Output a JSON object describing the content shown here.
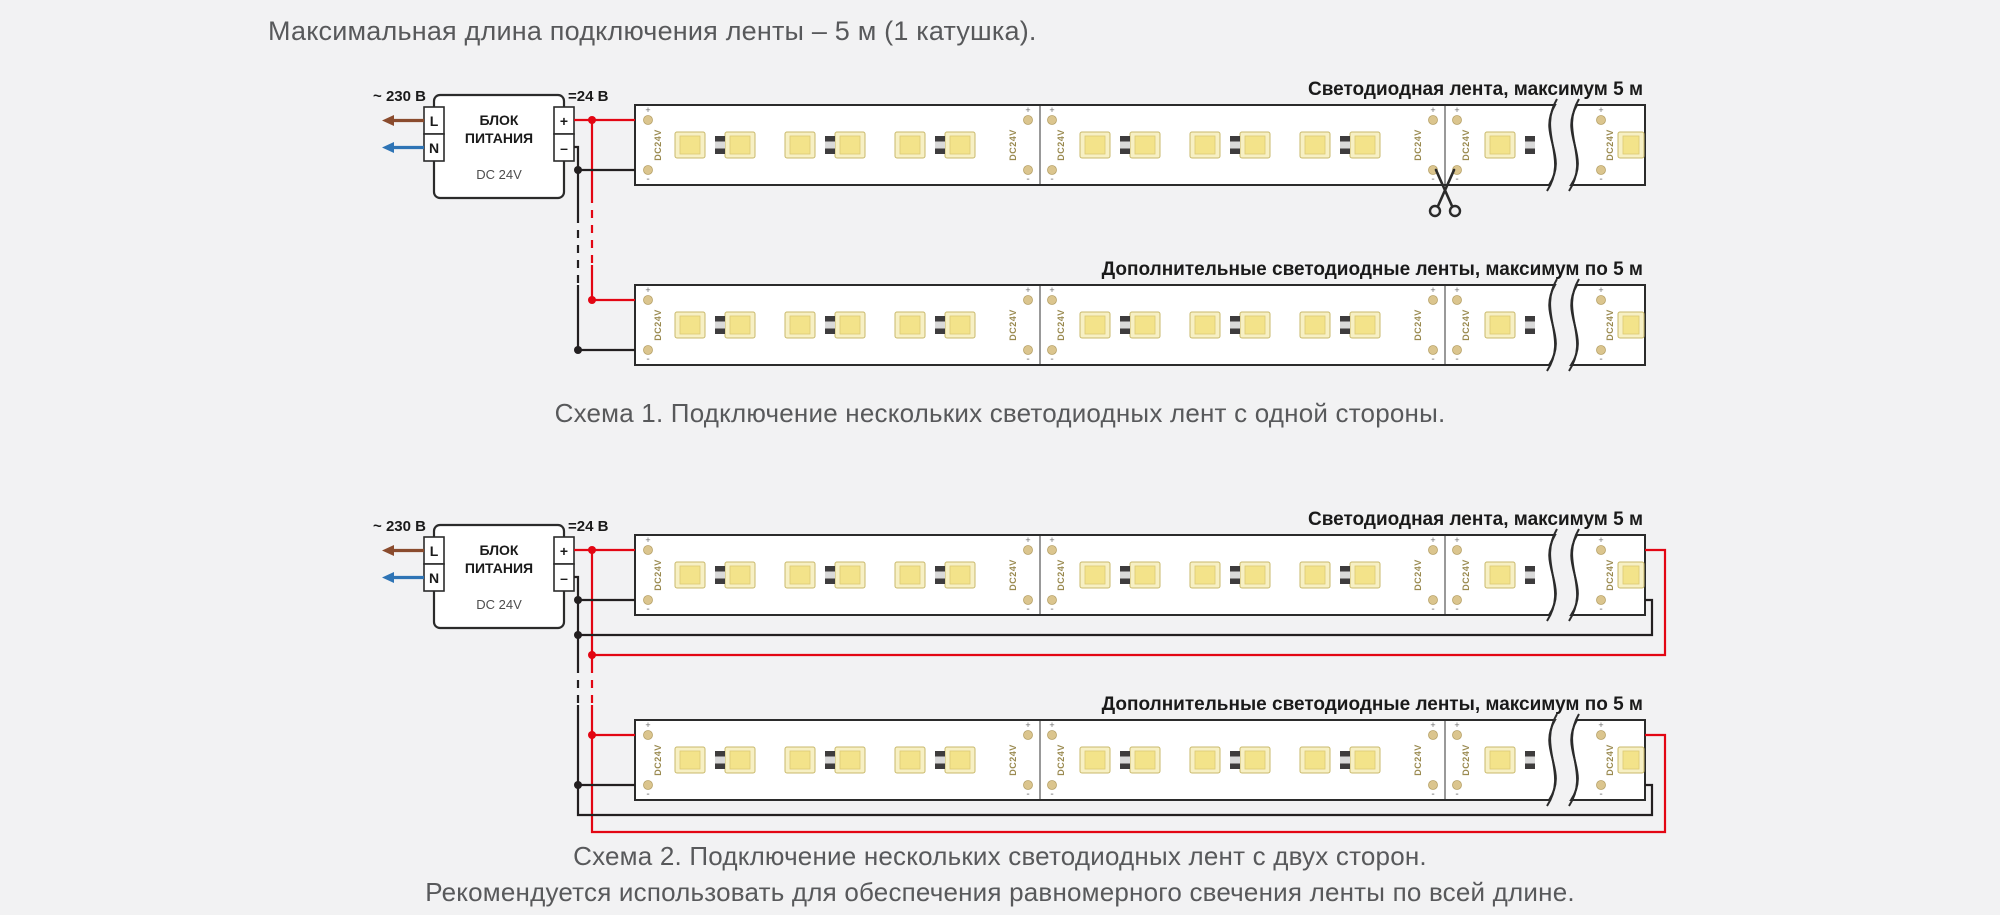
{
  "page": {
    "title": "Максимальная длина подключения ленты – 5 м (1 катушка)."
  },
  "psu": {
    "line1": "БЛОК",
    "line2": "ПИТАНИЯ",
    "line3": "DC 24V",
    "terminal_l": "L",
    "terminal_n": "N",
    "terminal_plus": "+",
    "terminal_minus": "–",
    "input_label": "~ 230 В",
    "output_label": "=24 В"
  },
  "strip": {
    "connector_label": "DC24V",
    "plus": "+",
    "minus": "-"
  },
  "scheme1": {
    "strip1_label": "Светодиодная лента, максимум 5 м",
    "strip2_label": "Дополнительные светодиодные ленты, максимум по 5 м",
    "caption": "Схема 1. Подключение нескольких светодиодных лент с одной стороны."
  },
  "scheme2": {
    "strip1_label": "Светодиодная лента, максимум 5 м",
    "strip2_label": "Дополнительные светодиодные ленты, максимум по 5 м",
    "caption": "Схема 2. Подключение нескольких светодиодных лент с двух сторон.",
    "note": "Рекомендуется использовать для обеспечения равномерного свечения ленты по всей длине."
  },
  "colors": {
    "background": "#f2f2f3",
    "text_muted": "#58595b",
    "diagram_ink": "#2b2b2b",
    "wire_plus": "#e30613",
    "wire_minus": "#231f20",
    "wire_phase_brown": "#8a4b2d",
    "wire_neutral_blue": "#2e74b5",
    "led_body": "#f7f0c4",
    "led_chip": "#f3e38a",
    "solder_pad": "#dbc58e",
    "dc24v_text": "#9a8a50"
  }
}
